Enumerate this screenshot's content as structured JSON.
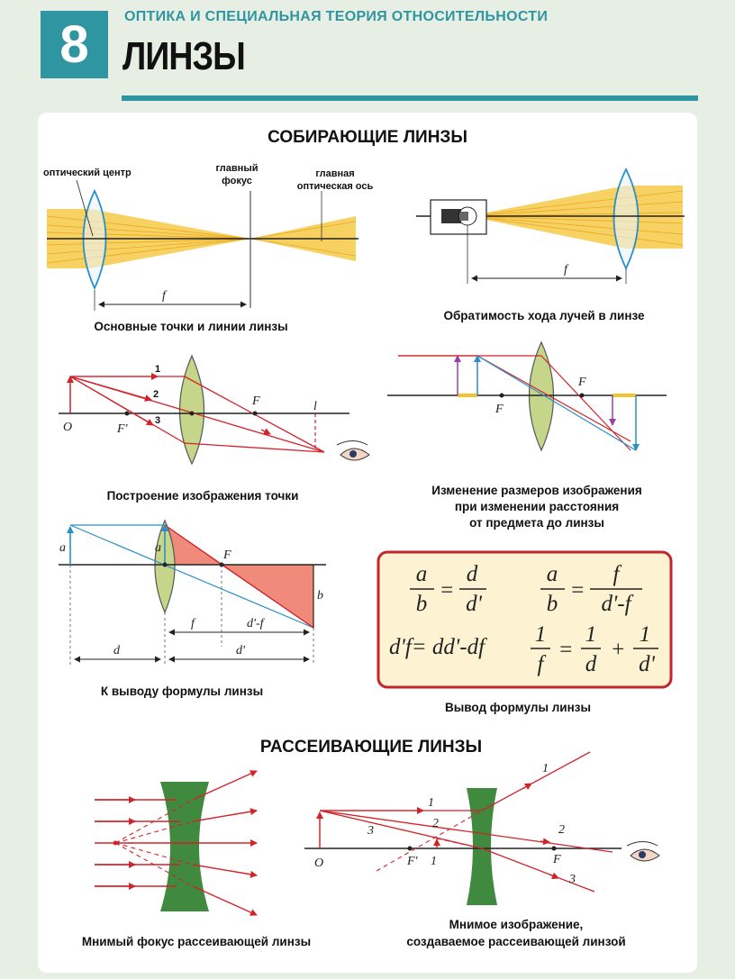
{
  "header": {
    "number": "8",
    "subtitle": "ОПТИКА И СПЕЦИАЛЬНАЯ ТЕОРИЯ ОТНОСИТЕЛЬНОСТИ",
    "topic": "ЛИНЗЫ"
  },
  "sections": {
    "converging": "СОБИРАЮЩИЕ ЛИНЗЫ",
    "diverging": "РАССЕИВАЮЩИЕ ЛИНЗЫ"
  },
  "labels": {
    "optical_center": "оптический центр",
    "main_focus_1": "главный",
    "main_focus_2": "фокус",
    "main_axis_1": "главная",
    "main_axis_2": "оптическая ось",
    "f": "f",
    "F": "F",
    "Fprime": "F'",
    "O": "O",
    "l": "l",
    "a": "a",
    "b": "b",
    "d": "d",
    "dprime": "d'",
    "dprime_minus_f": "d'-f",
    "ray1": "1",
    "ray2": "2",
    "ray3": "3"
  },
  "captions": {
    "basic_points": "Основные точки и линии линзы",
    "reversibility": "Обратимость хода лучей в линзе",
    "point_image": "Построение изображения точки",
    "size_change_1": "Изменение размеров изображения",
    "size_change_2": "при изменении расстояния",
    "size_change_3": "от предмета до линзы",
    "formula_derivation": "К выводу формулы линзы",
    "formula_output": "Вывод формулы линзы",
    "virtual_focus": "Мнимый фокус рассеивающей линзы",
    "virtual_image_1": "Мнимое изображение,",
    "virtual_image_2": "создаваемое  рассеивающей линзой"
  },
  "formulas": {
    "a": "a",
    "b": "b",
    "d": "d",
    "dp": "d'",
    "f": "f",
    "one": "1",
    "dp_minus_f": "d'-f",
    "eq": "=",
    "plus": "+",
    "line3": "d'f= dd'-df"
  },
  "colors": {
    "accent": "#2f96a1",
    "ray_red": "#d2232a",
    "beam_yellow": "#f6c945",
    "lens_green": "#c5d68a",
    "diverging_lens": "#3f8a3f",
    "lens_blue_outline": "#2a8fc8",
    "formula_bg": "#fdf3d3",
    "formula_border": "#c0262c",
    "triangle_fill": "#f08a7a"
  },
  "icons": [
    "eye-icon",
    "lamp-icon"
  ]
}
